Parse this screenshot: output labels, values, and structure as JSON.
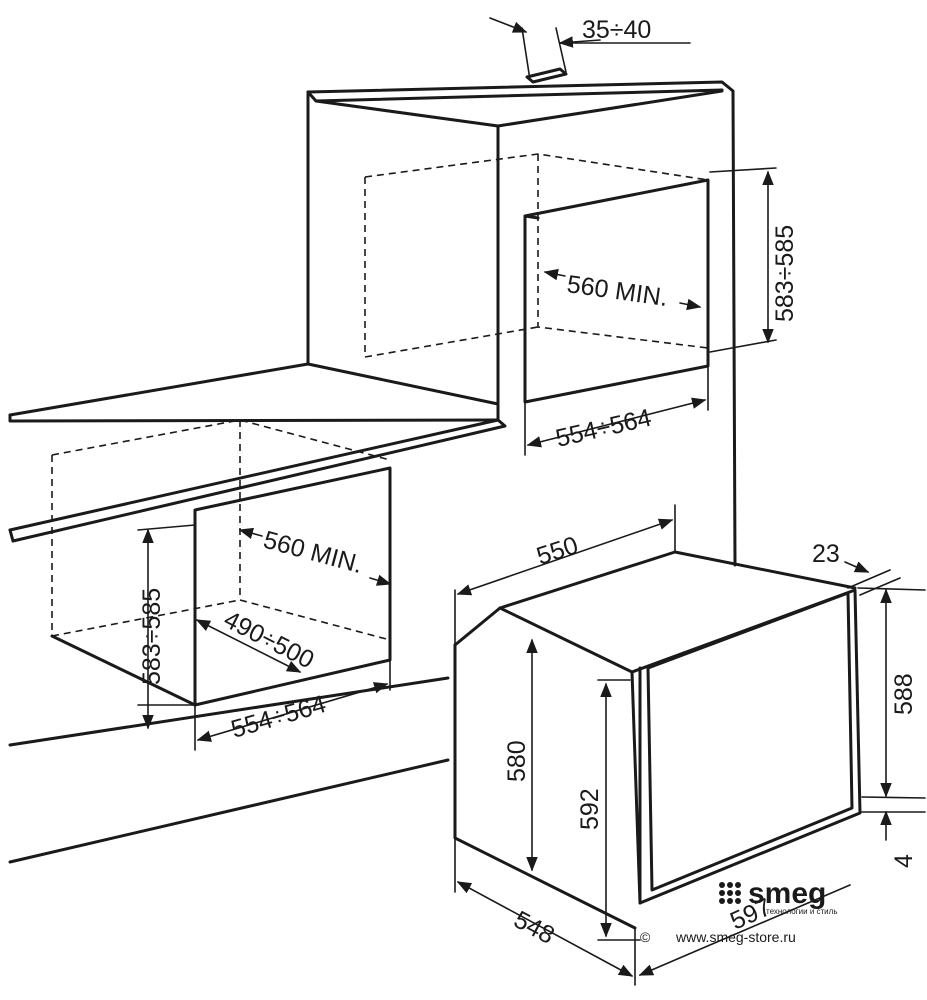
{
  "dimensions": {
    "top_gap": "35÷40",
    "upper_depth": "560 MIN.",
    "upper_height": "583÷585",
    "upper_width": "554÷564",
    "lower_height": "583÷585",
    "lower_depth": "560 MIN.",
    "lower_inner": "490÷500",
    "lower_width": "554÷564",
    "oven_width": "550",
    "oven_panel": "23",
    "oven_body_height": "580",
    "oven_front_height": "592",
    "oven_outer_height": "588",
    "oven_bottom": "4",
    "oven_depth": "548",
    "oven_front_width": "597"
  },
  "branding": {
    "logo": "smeg",
    "tagline": "технологии и стиль",
    "copyright": "©",
    "website": "www.smeg-store.ru"
  }
}
